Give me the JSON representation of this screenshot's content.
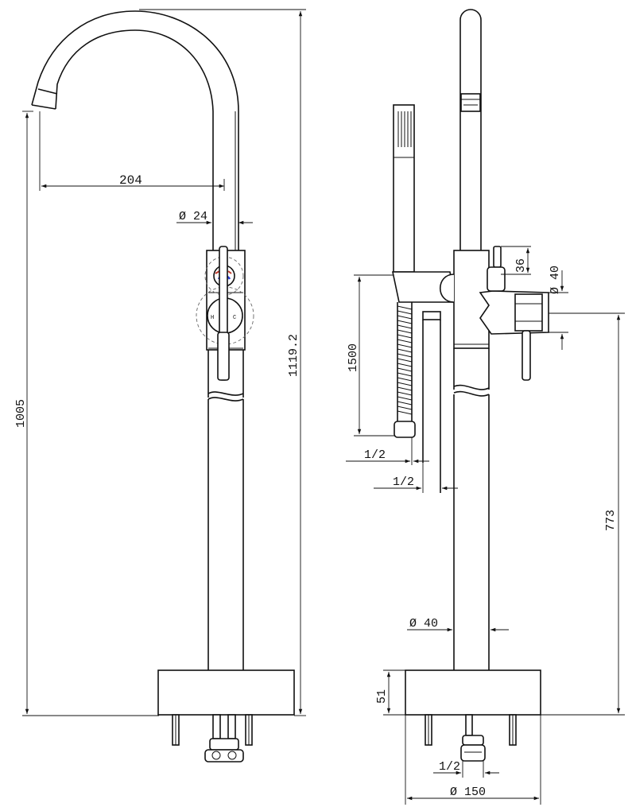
{
  "side_view": {
    "dim_spout_reach": "204",
    "dim_pipe_diameter": "Ø 24",
    "dim_height_total": "1119.2",
    "dim_height_spout": "1005",
    "handle_hot_letter": "H",
    "handle_cold_letter": "C"
  },
  "front_view": {
    "dim_handle_height": "36",
    "dim_body_diameter": "Ø 40",
    "dim_hose_length": "1500",
    "dim_hose_thread": "1/2",
    "dim_outlet_thread": "1/2",
    "dim_body_height": "773",
    "dim_column_diameter": "Ø 40",
    "dim_base_height": "51",
    "dim_inlet_thread": "1/2",
    "dim_base_diameter": "Ø 150"
  }
}
